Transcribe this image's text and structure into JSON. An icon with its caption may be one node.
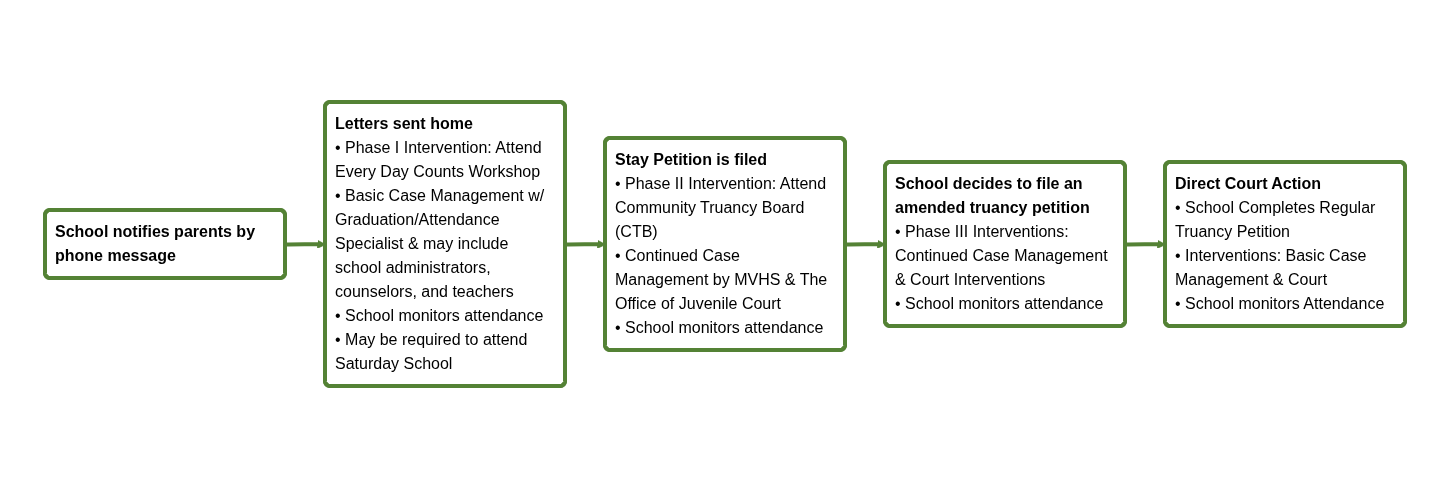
{
  "diagram": {
    "nodes": [
      {
        "text": [
          "School notifies parents by phone message"
        ]
      },
      {
        "text": [
          "Letters sent home",
          "• Phase I Intervention: Attend Every Day Counts Workshop",
          "• Basic Case Management w/ Graduation/Attendance Specialist & may include school administrators, counselors, and teachers",
          "• School monitors attendance",
          "• May be required to attend Saturday School"
        ]
      },
      {
        "text": [
          "Stay Petition is filed",
          "• Phase II Intervention: Attend Community Truancy Board (CTB)",
          "• Continued Case Management by MVHS & The Office of Juvenile Court",
          "• School monitors attendance"
        ]
      },
      {
        "text": [
          "School decides to file an amended truancy petition",
          "• Phase III Interventions: Continued Case Management & Court Interventions",
          "• School monitors attendance"
        ]
      },
      {
        "text": [
          "Direct Court Action",
          "• School Completes Regular Truancy Petition",
          "• Interventions: Basic Case Management & Court",
          "• School monitors Attendance"
        ]
      }
    ],
    "edges": [
      {
        "from": 0,
        "to": 1,
        "arrow": "to"
      },
      {
        "from": 1,
        "to": 2,
        "arrow": "to"
      },
      {
        "from": 2,
        "to": 3,
        "arrow": "to"
      },
      {
        "from": 3,
        "to": 4,
        "arrow": "to"
      }
    ]
  }
}
